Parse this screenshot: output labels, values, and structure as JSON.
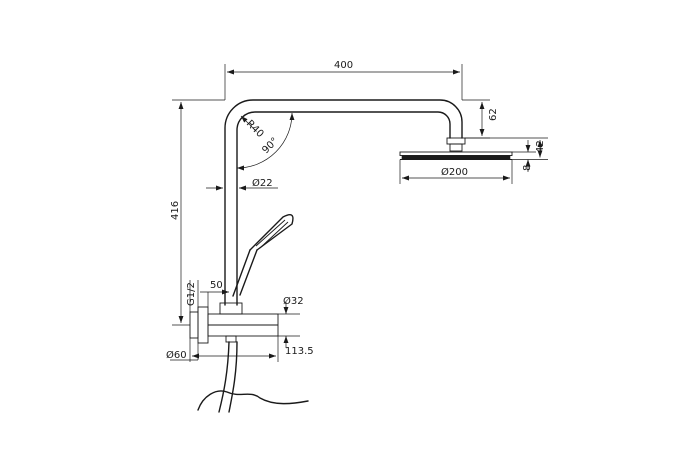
{
  "dimensions": {
    "arm_length": "400",
    "arm_drop": "62",
    "head_height": "42",
    "head_thickness": "8",
    "head_diameter": "Ø200",
    "bend_radius": "R40",
    "bend_angle": "90°",
    "pipe_diameter": "Ø22",
    "total_height": "416",
    "thread": "G1/2",
    "outlet_offset": "50",
    "bracket_diameter": "Ø32",
    "base_width": "113.5",
    "flange_diameter": "Ø60"
  }
}
